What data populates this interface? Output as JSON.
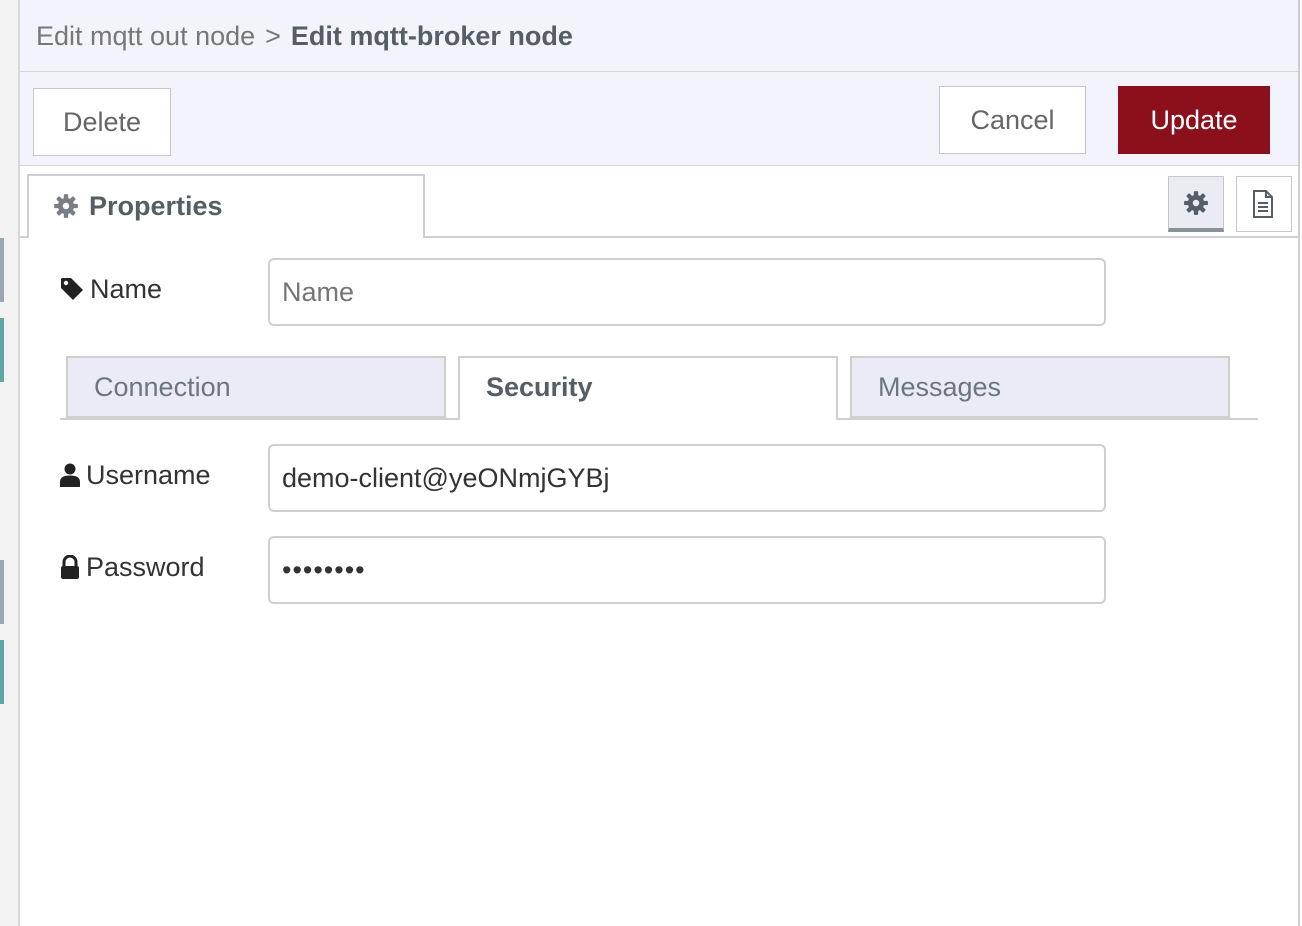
{
  "breadcrumb": {
    "parent": "Edit mqtt out node",
    "separator": ">",
    "current": "Edit mqtt-broker node"
  },
  "toolbar": {
    "delete_label": "Delete",
    "cancel_label": "Cancel",
    "update_label": "Update"
  },
  "tabs": {
    "properties_label": "Properties",
    "settings_icon": "gear-icon",
    "info_icon": "document-icon"
  },
  "form": {
    "name": {
      "label": "Name",
      "value": "",
      "placeholder": "Name"
    },
    "subtabs": [
      {
        "label": "Connection",
        "active": false
      },
      {
        "label": "Security",
        "active": true
      },
      {
        "label": "Messages",
        "active": false
      }
    ],
    "username": {
      "label": "Username",
      "value": "demo-client@yeONmjGYBj"
    },
    "password": {
      "label": "Password",
      "value": "••••••••"
    }
  },
  "colors": {
    "update_button": "#8c101c",
    "header_background": "#f3f3fb",
    "border": "#cfcfcf"
  }
}
